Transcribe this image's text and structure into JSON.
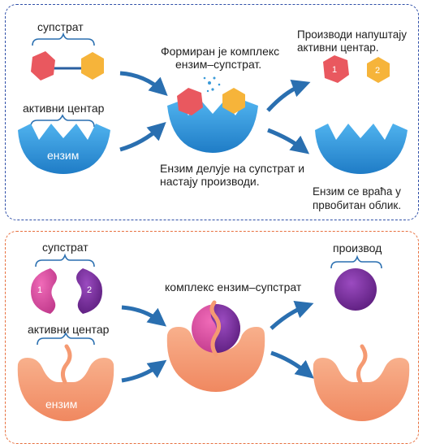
{
  "top": {
    "label_substrate": "супстрат",
    "label_active_site": "активни центар",
    "label_enzyme": "ензим",
    "label_complex_line1": "Формиран је комплекс",
    "label_complex_line2": "ензим–супстрат.",
    "label_action_line1": "Ензим делује на супстрат и",
    "label_action_line2": "настају производи.",
    "label_products_line1": "Производи напуштају",
    "label_products_line2": "активни центар.",
    "label_return_line1": "Ензим се враћа у",
    "label_return_line2": "првобитан облик.",
    "product_1": "1",
    "product_2": "2"
  },
  "bottom": {
    "label_substrate": "супстрат",
    "label_active_site": "активни центар",
    "label_enzyme": "ензим",
    "label_complex": "комплекс ензим–супстрат",
    "label_product": "производ",
    "piece_1": "1",
    "piece_2": "2"
  },
  "colors": {
    "top_border": "#2f4fa8",
    "bottom_border": "#e7703f",
    "enzyme_blue": "#2b8fd6",
    "enzyme_peach": "#f59a72",
    "substrate_red": "#e9585f",
    "substrate_yellow": "#f6b43a",
    "arrow_blue": "#2a6fb0",
    "product_purple": "#7a2c9b",
    "piece_pink": "#d94ca0"
  }
}
